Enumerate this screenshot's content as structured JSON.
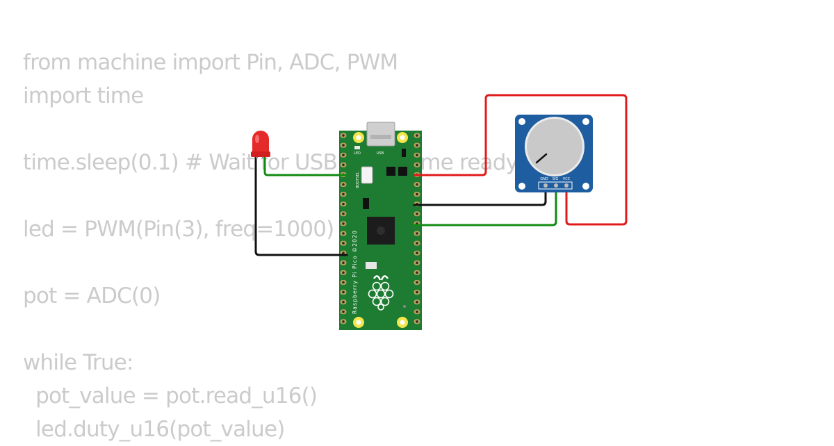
{
  "code_lines": [
    "from machine import Pin, ADC, PWM",
    "import time",
    "",
    "time.sleep(0.1) # Wait for USB to become ready",
    "",
    "led = PWM(Pin(3), freq=1000)",
    "",
    "pot = ADC(0)",
    "",
    "while True:",
    "  pot_value = pot.read_u16()",
    "  led.duty_u16(pot_value)"
  ],
  "board": {
    "name": "Raspberry Pi Pico ©2020",
    "labels": {
      "led": "LED",
      "usb": "USB",
      "bootsel": "BOOTSEL"
    }
  },
  "potentiometer": {
    "pins": {
      "gnd": "GND",
      "sig": "SIG",
      "vcc": "VCC"
    }
  },
  "colors": {
    "code_text": "#cbcbcb",
    "board_pcb": "#1e7c32",
    "pot_pcb": "#1e5ea0",
    "wire_red": "#e01b1b",
    "wire_black": "#111111",
    "wire_green": "#118a11",
    "led_red": "#e52a2a"
  }
}
